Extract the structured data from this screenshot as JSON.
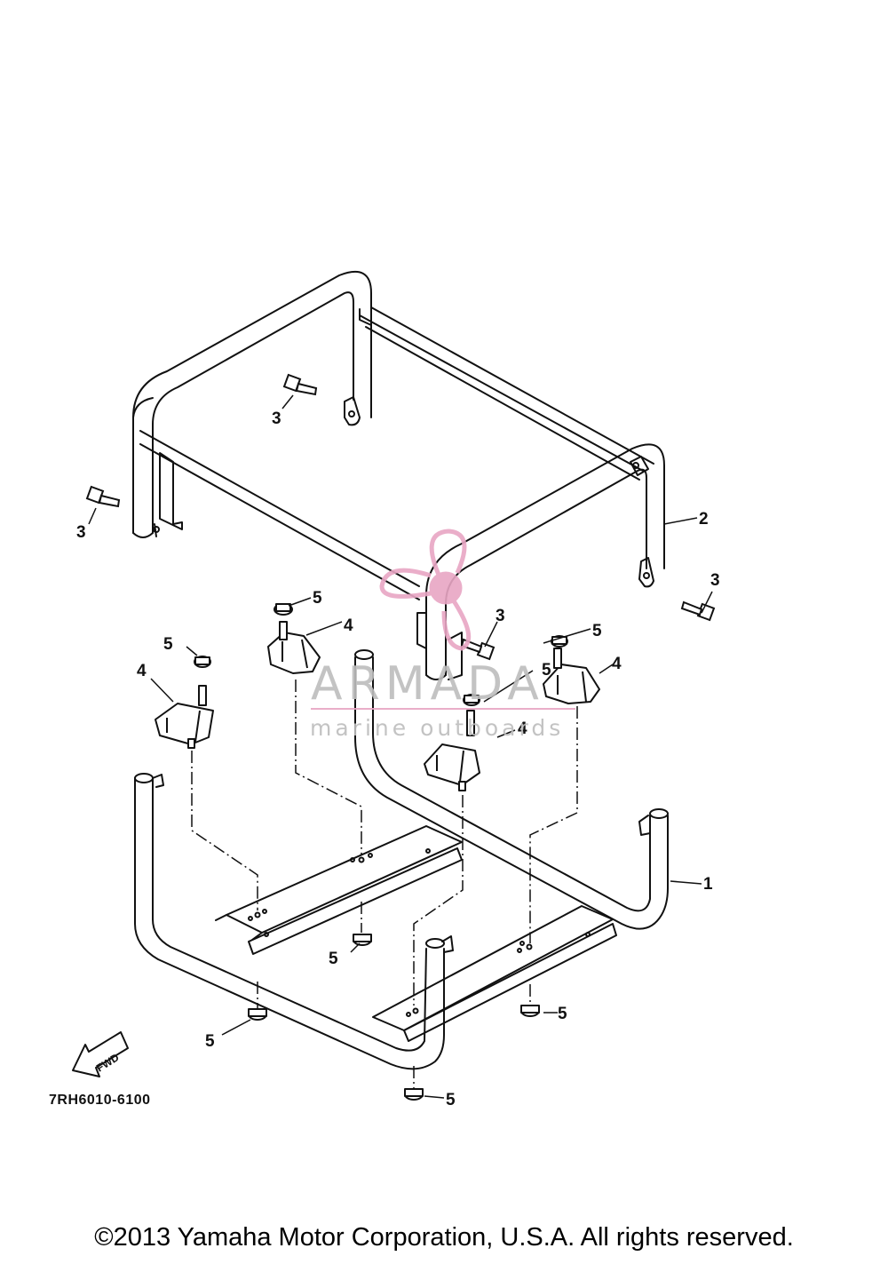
{
  "diagram": {
    "part_code": "7RH6010-6100",
    "fwd_label": "FWD",
    "callouts": [
      {
        "id": "c1",
        "text": "1"
      },
      {
        "id": "c2",
        "text": "2"
      },
      {
        "id": "c3a",
        "text": "3"
      },
      {
        "id": "c3b",
        "text": "3"
      },
      {
        "id": "c3c",
        "text": "3"
      },
      {
        "id": "c3d",
        "text": "3"
      },
      {
        "id": "c4a",
        "text": "4"
      },
      {
        "id": "c4b",
        "text": "4"
      },
      {
        "id": "c4c",
        "text": "4"
      },
      {
        "id": "c4d",
        "text": "4"
      },
      {
        "id": "c5a",
        "text": "5"
      },
      {
        "id": "c5b",
        "text": "5"
      },
      {
        "id": "c5c",
        "text": "5"
      },
      {
        "id": "c5d",
        "text": "5"
      },
      {
        "id": "c5e",
        "text": "5"
      },
      {
        "id": "c5f",
        "text": "5"
      },
      {
        "id": "c5g",
        "text": "5"
      },
      {
        "id": "c5h",
        "text": "5"
      }
    ]
  },
  "watermark": {
    "title": "ARMADA",
    "subtitle": "marine outboards",
    "color": "#e8a6c4"
  },
  "footer": {
    "copyright": "©2013 Yamaha Motor Corporation, U.S.A. All rights reserved."
  },
  "colors": {
    "line": "#111111",
    "background": "#ffffff"
  }
}
